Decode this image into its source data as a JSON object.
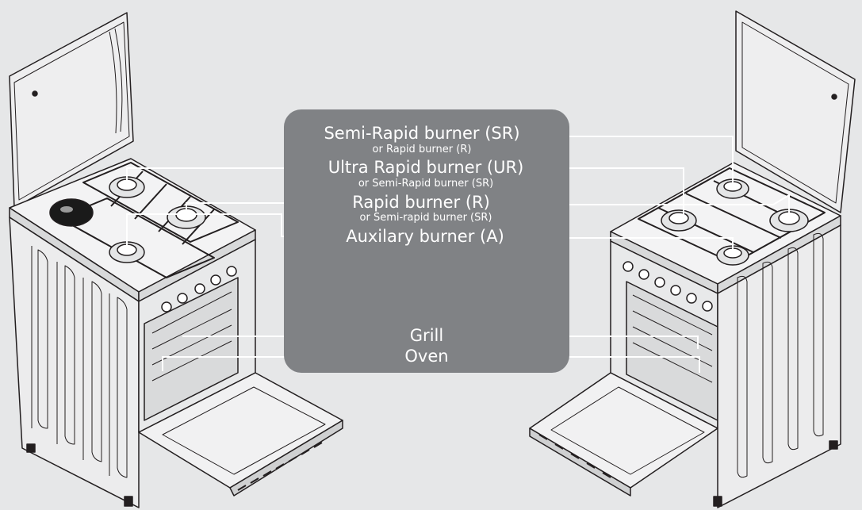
{
  "legend": {
    "semi_rapid": "Semi-Rapid burner (SR)",
    "semi_rapid_alt": "or Rapid burner (R)",
    "ultra_rapid": "Ultra Rapid burner (UR)",
    "ultra_rapid_alt": "or Semi-Rapid burner (SR)",
    "rapid": "Rapid burner (R)",
    "rapid_alt": "or Semi-rapid burner (SR)",
    "auxiliary": "Auxilary burner (A)",
    "grill": "Grill",
    "oven": "Oven"
  },
  "colors": {
    "background": "#e6e7e8",
    "panel": "#808285",
    "label_text": "#ffffff",
    "leader_line": "#ffffff",
    "line_art": "#231f20",
    "hot_plate": "#1a1a1a"
  }
}
